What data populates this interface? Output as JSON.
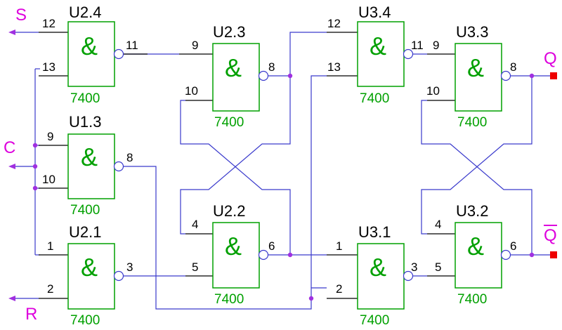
{
  "ports": {
    "S": "S",
    "C": "C",
    "R": "R",
    "Q": "Q",
    "Qbar": "Q"
  },
  "gates": {
    "U2_4": {
      "name": "U2.4",
      "symbol": "&",
      "chip": "7400",
      "in_a": "12",
      "in_b": "13",
      "out": "11"
    },
    "U1_3": {
      "name": "U1.3",
      "symbol": "&",
      "chip": "7400",
      "in_a": "9",
      "in_b": "10",
      "out": "8"
    },
    "U2_1": {
      "name": "U2.1",
      "symbol": "&",
      "chip": "7400",
      "in_a": "1",
      "in_b": "2",
      "out": "3"
    },
    "U2_3": {
      "name": "U2.3",
      "symbol": "&",
      "chip": "7400",
      "in_a": "9",
      "in_b": "10",
      "out": "8"
    },
    "U2_2": {
      "name": "U2.2",
      "symbol": "&",
      "chip": "7400",
      "in_a": "4",
      "in_b": "5",
      "out": "6"
    },
    "U3_4": {
      "name": "U3.4",
      "symbol": "&",
      "chip": "7400",
      "in_a": "12",
      "in_b": "13",
      "out": "11"
    },
    "U3_1": {
      "name": "U3.1",
      "symbol": "&",
      "chip": "7400",
      "in_a": "1",
      "in_b": "2",
      "out": "3"
    },
    "U3_3": {
      "name": "U3.3",
      "symbol": "&",
      "chip": "7400",
      "in_a": "9",
      "in_b": "10",
      "out": "8"
    },
    "U3_2": {
      "name": "U3.2",
      "symbol": "&",
      "chip": "7400",
      "in_a": "4",
      "in_b": "5",
      "out": "6"
    }
  },
  "colors": {
    "gate_outline": "#00a000",
    "wire": "#3a3acc",
    "junction": "#a030e0",
    "port_label": "#dd00dd",
    "output_terminal": "#ee0000"
  }
}
